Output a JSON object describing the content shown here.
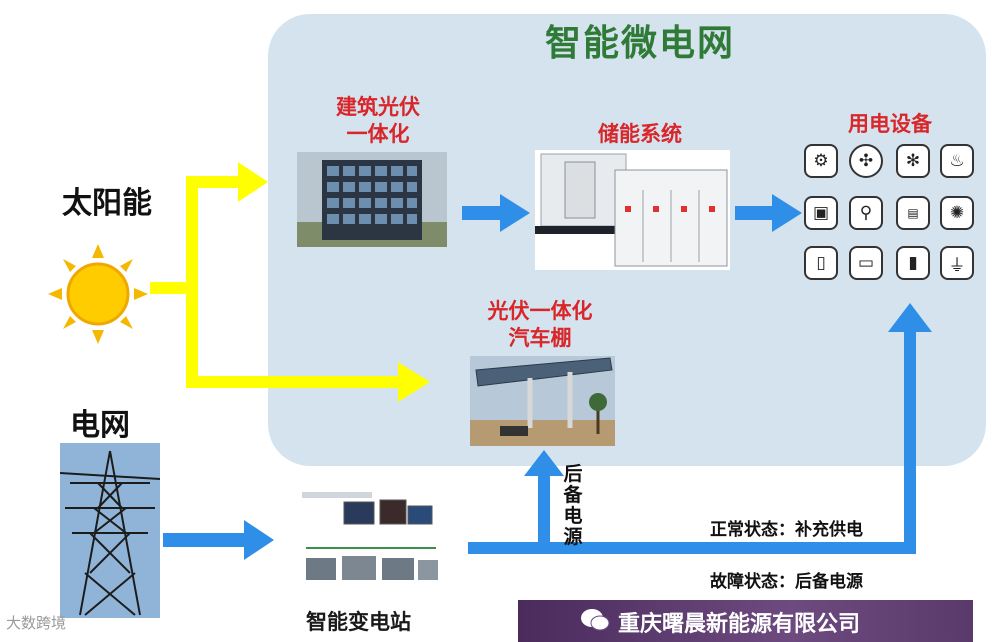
{
  "title": "智能微电网",
  "sources": {
    "solar": "太阳能",
    "grid": "电网"
  },
  "nodes": {
    "bipv": [
      "建筑光伏",
      "一体化"
    ],
    "storage": "储能系统",
    "devices": "用电设备",
    "carport": [
      "光伏一体化",
      "汽车棚"
    ],
    "substation": "智能变电站"
  },
  "backup_vertical": [
    "后",
    "备",
    "电",
    "源"
  ],
  "states": {
    "normal": "正常状态：补充供电",
    "fault": "故障状态：后备电源"
  },
  "device_icons": [
    "engine-icon",
    "fan-icon",
    "fan-icon",
    "flame-icon",
    "tv-icon",
    "bicycle-icon",
    "ac-icon",
    "lightbulb-icon",
    "fridge-icon",
    "laptop-icon",
    "phone-icon",
    "plug-icon"
  ],
  "footer": {
    "company": "重庆曙晨新能源有限公司",
    "watermark": "大数跨境"
  },
  "colors": {
    "panel": "#d4e3ee",
    "title": "#2f7a37",
    "label_red": "#d8262a",
    "arrow_yellow": "#ffff00",
    "arrow_blue": "#2f8fe8"
  }
}
